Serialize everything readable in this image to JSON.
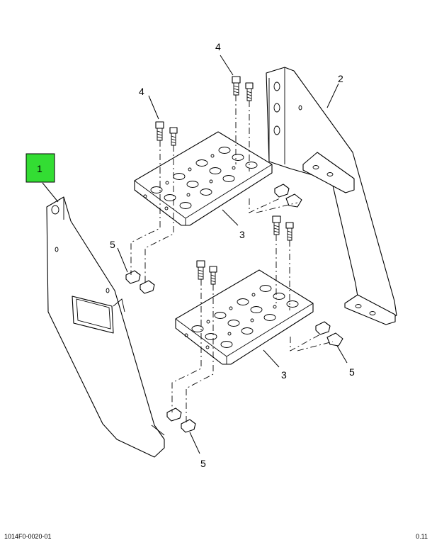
{
  "callouts": {
    "item1": "1",
    "item2": "2",
    "item3_upper": "3",
    "item3_lower": "3",
    "item4_left": "4",
    "item4_right": "4",
    "item5_left": "5",
    "item5_right": "5",
    "item5_bottom": "5"
  },
  "colors": {
    "highlight": "#33dd33",
    "line": "#000000"
  },
  "footer": {
    "left": "1014F0-0020-01",
    "right": "0.11"
  }
}
